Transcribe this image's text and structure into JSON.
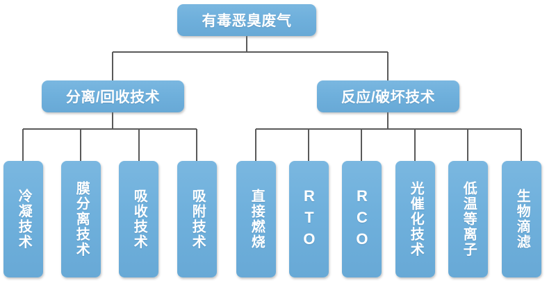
{
  "diagram": {
    "type": "tree",
    "title_node": "有毒恶臭废气",
    "colors": {
      "node_fill": "#6FB0DC",
      "node_text": "#FFFFFF",
      "connector": "#595959",
      "background": "#FFFFFF"
    },
    "root": {
      "label": "有毒恶臭废气"
    },
    "branches": [
      {
        "id": "separation-recovery",
        "label": "分离/回收技术",
        "children": [
          {
            "id": "leaf-condensation",
            "label": "冷凝技术",
            "script": "cjk"
          },
          {
            "id": "leaf-membrane",
            "label": "膜分离技术",
            "script": "cjk"
          },
          {
            "id": "leaf-absorption",
            "label": "吸收技术",
            "script": "cjk"
          },
          {
            "id": "leaf-adsorption",
            "label": "吸附技术",
            "script": "cjk"
          }
        ]
      },
      {
        "id": "reaction-destruction",
        "label": "反应/破坏技术",
        "children": [
          {
            "id": "leaf-direct-combustion",
            "label": "直接燃烧",
            "script": "cjk"
          },
          {
            "id": "leaf-rto",
            "label": "RTO",
            "script": "latin"
          },
          {
            "id": "leaf-rco",
            "label": "RCO",
            "script": "latin"
          },
          {
            "id": "leaf-photocatalysis",
            "label": "光催化技术",
            "script": "cjk"
          },
          {
            "id": "leaf-low-temp-plasma",
            "label": "低温等离子",
            "script": "cjk"
          },
          {
            "id": "leaf-bio-trickling",
            "label": "生物滴滤",
            "script": "cjk"
          }
        ]
      }
    ]
  }
}
